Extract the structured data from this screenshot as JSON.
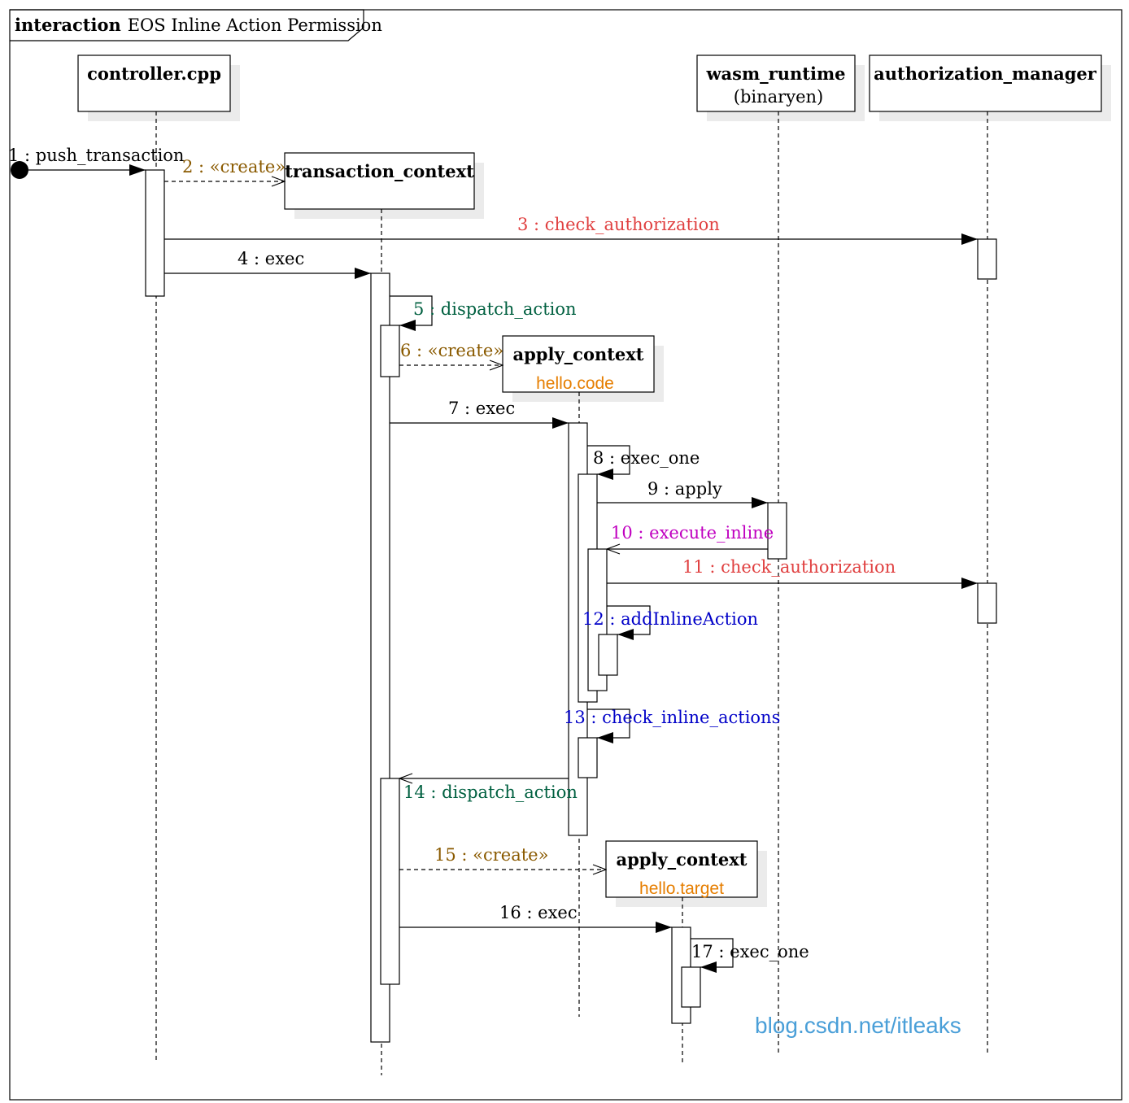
{
  "frame": {
    "keyword": "interaction",
    "title": "EOS Inline Action Permission"
  },
  "participants": {
    "controller": {
      "name": "controller.cpp"
    },
    "transaction_context": {
      "name": "transaction_context"
    },
    "wasm_runtime": {
      "name": "wasm_runtime",
      "subtitle": "(binaryen)"
    },
    "authorization_manager": {
      "name": "authorization_manager"
    },
    "apply_context_code": {
      "name": "apply_context",
      "subtitle": "hello.code"
    },
    "apply_context_target": {
      "name": "apply_context",
      "subtitle": "hello.target"
    }
  },
  "messages": {
    "m1": "1 : push_transaction",
    "m2": "2 : «create»",
    "m3": "3 : check_authorization",
    "m4": "4 : exec",
    "m5": "5 : dispatch_action",
    "m6": "6 : «create»",
    "m7": "7 : exec",
    "m8": "8 : exec_one",
    "m9": "9 : apply",
    "m10": "10 : execute_inline",
    "m11": "11 : check_authorization",
    "m12": "12 : addInlineAction",
    "m13": "13 : check_inline_actions",
    "m14": "14 : dispatch_action",
    "m15": "15 :  «create»",
    "m16": "16 : exec",
    "m17": "17 : exec_one"
  },
  "watermark": "blog.csdn.net/itleaks",
  "colors": {
    "default": "#000000",
    "create": "#8a5a00",
    "check_authorization": "#e04040",
    "dispatch_action": "#006040",
    "execute_inline": "#c000c0",
    "inline_actions": "#0000c8",
    "subtitle_accent": "#e67e00",
    "watermark": "#4a9fd8"
  }
}
